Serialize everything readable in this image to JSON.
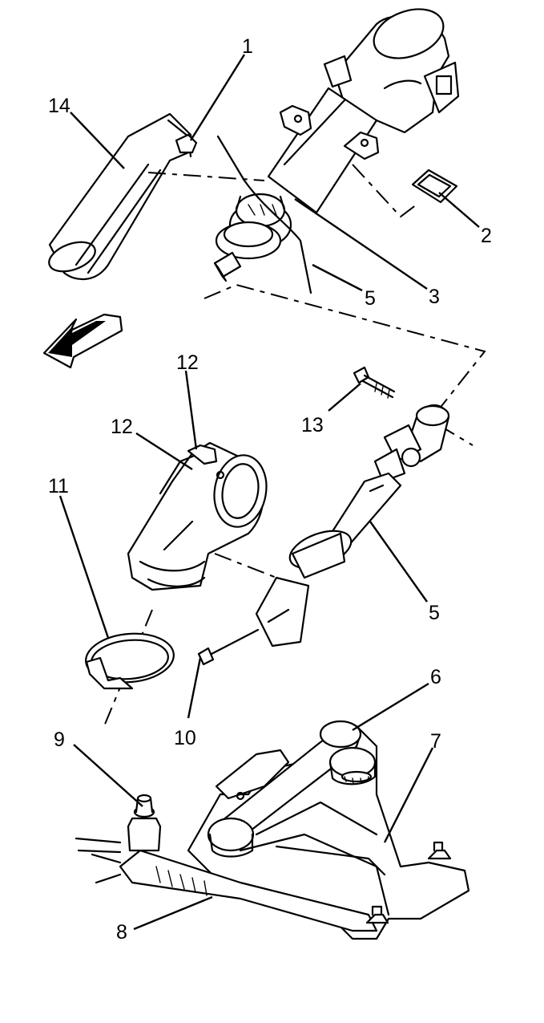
{
  "callouts": {
    "c1": "1",
    "c2": "2",
    "c3": "3",
    "c5a": "5",
    "c5b": "5",
    "c6": "6",
    "c7": "7",
    "c8": "8",
    "c9": "9",
    "c10": "10",
    "c11": "11",
    "c12a": "12",
    "c12b": "12",
    "c13": "13",
    "c14": "14"
  },
  "colors": {
    "ink": "#000000",
    "paper": "#ffffff"
  },
  "icons": {
    "direction": "forward-arrow-icon"
  }
}
